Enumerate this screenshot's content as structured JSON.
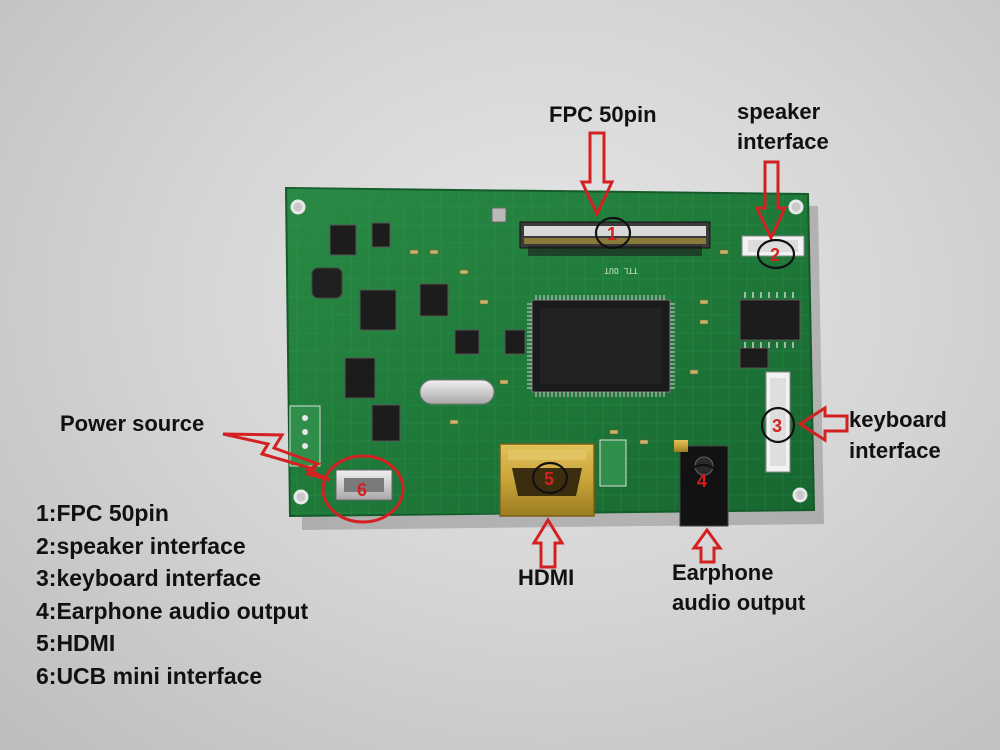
{
  "labels": {
    "fpc": "FPC 50pin",
    "speaker_1": "speaker",
    "speaker_2": "interface",
    "keyboard_1": "keyboard",
    "keyboard_2": "interface",
    "power": "Power source",
    "hdmi": "HDMI",
    "earphone_1": "Earphone",
    "earphone_2": "audio output"
  },
  "markers": [
    "1",
    "2",
    "3",
    "4",
    "5",
    "6"
  ],
  "silkscreen": {
    "ttl_out": "TTL OUT"
  },
  "legend": [
    "1:FPC 50pin",
    "2:speaker interface",
    "3:keyboard interface",
    "4:Earphone audio output",
    "5:HDMI",
    "6:UCB mini interface"
  ],
  "colors": {
    "board": "#1f7a3a",
    "annotation": "#d42020",
    "marker_ring": "#111111",
    "connector_gold": "#c9a43a"
  }
}
